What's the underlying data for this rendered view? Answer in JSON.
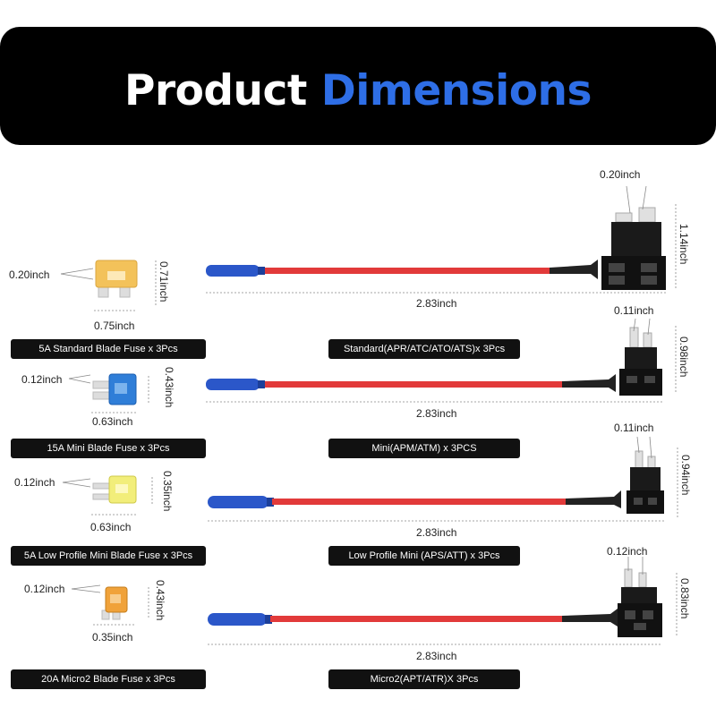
{
  "header": {
    "title_part1": "Product",
    "title_part2": "Dimensions"
  },
  "colors": {
    "accent": "#2e6ee6",
    "wire": "#e23a3a",
    "connector": "#2b57c9",
    "banner": "#000000"
  },
  "rows": [
    {
      "fuse_label": "5A Standard Blade Fuse x 3Pcs",
      "fuse_color": "#f3c25a",
      "fuse_side": "0.20inch",
      "fuse_width": "0.75inch",
      "fuse_height": "0.71inch",
      "cable_length": "2.83inch",
      "holder_label": "Standard(APR/ATC/ATO/ATS)x 3Pcs",
      "holder_top": "0.20inch",
      "holder_height": "1.14inch"
    },
    {
      "fuse_label": "15A Mini Blade Fuse x 3Pcs",
      "fuse_color": "#2f7ed8",
      "fuse_side": "0.12inch",
      "fuse_width": "0.63inch",
      "fuse_height": "0.43inch",
      "cable_length": "2.83inch",
      "holder_label": "Mini(APM/ATM) x 3PCS",
      "holder_top": "0.11inch",
      "holder_height": "0.98inch"
    },
    {
      "fuse_label": "5A Low Profile Mini Blade Fuse x 3Pcs",
      "fuse_color": "#f2ee7a",
      "fuse_side": "0.12inch",
      "fuse_width": "0.63inch",
      "fuse_height": "0.35inch",
      "cable_length": "2.83inch",
      "holder_label": "Low Profile Mini (APS/ATT) x 3Pcs",
      "holder_top": "0.11inch",
      "holder_height": "0.94inch"
    },
    {
      "fuse_label": "20A Micro2 Blade Fuse x 3Pcs",
      "fuse_color": "#f0a23a",
      "fuse_side": "0.12inch",
      "fuse_width": "0.35inch",
      "fuse_height": "0.43inch",
      "cable_length": "2.83inch",
      "holder_label": "Micro2(APT/ATR)X 3Pcs",
      "holder_top": "0.12inch",
      "holder_height": "0.83inch"
    }
  ]
}
